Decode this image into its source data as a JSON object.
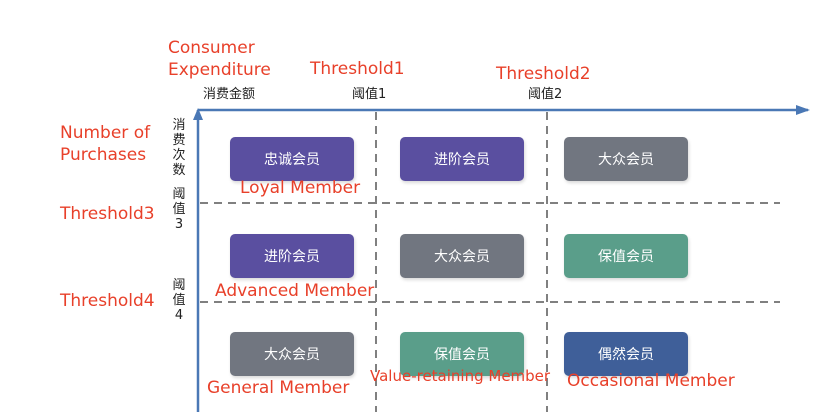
{
  "labels": {
    "x_en": "Consumer\nExpenditure",
    "x_cn": "消费金额",
    "t1_en": "Threshold1",
    "t1_cn": "阈值1",
    "t2_en": "Threshold2",
    "t2_cn": "阈值2",
    "y_en": "Number of\nPurchases",
    "y_cn": "消费次数",
    "t3_en": "Threshold3",
    "t3_cn": "阈值3",
    "t4_en": "Threshold4",
    "t4_cn": "阈值4"
  },
  "colors": {
    "axis": "#4a78b5",
    "dash": "#808080",
    "purple": "#5a4fa0",
    "gray": "#717680",
    "green": "#5a9e8a",
    "blue": "#3f5f99",
    "annotation": "#e8402a"
  },
  "cells": [
    [
      "忠诚会员",
      "进阶会员",
      "大众会员"
    ],
    [
      "进阶会员",
      "大众会员",
      "保值会员"
    ],
    [
      "大众会员",
      "保值会员",
      "偶然会员"
    ]
  ],
  "annotations": {
    "loyal": "Loyal Member",
    "advanced": "Advanced Member",
    "general": "General Member",
    "value": "Value-retaining Member",
    "occasional": "Occasional Member"
  }
}
